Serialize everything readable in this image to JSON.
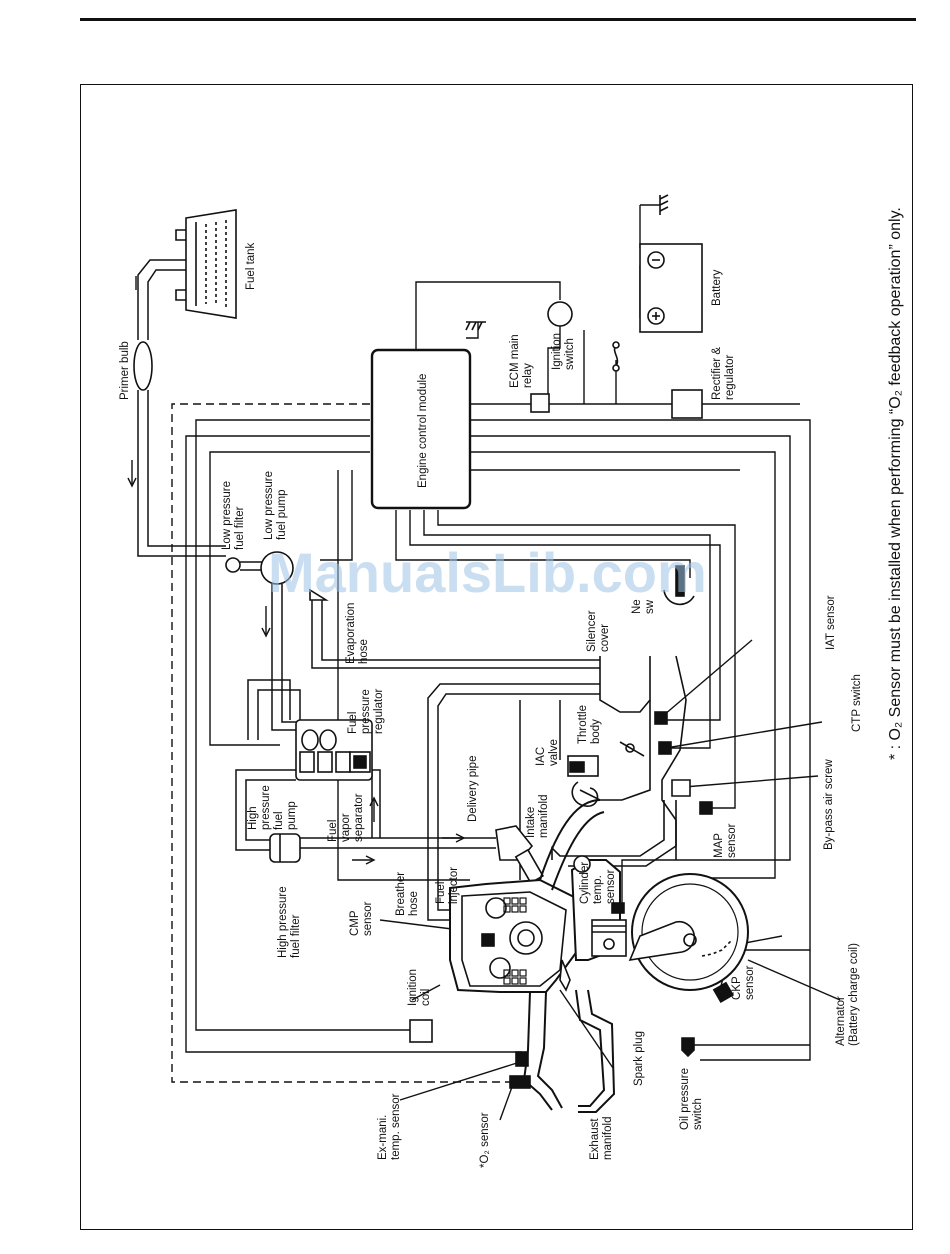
{
  "page": {
    "watermark": "ManualsLib.com"
  },
  "footnote": "* : O₂ Sensor must be installed when performing “O₂ feedback operation” only.",
  "ecm": {
    "label": "Engine control module"
  },
  "labels": {
    "fuel_tank": "Fuel tank",
    "primer_bulb": "Primer bulb",
    "battery": "Battery",
    "ecm_main_relay": [
      "ECM main",
      "relay"
    ],
    "ignition_switch": [
      "Ignition",
      "switch"
    ],
    "rectifier": [
      "Rectifier &",
      "regulator"
    ],
    "lp_filter": [
      "Low pressure",
      "fuel filter"
    ],
    "lp_pump": [
      "Low pressure",
      "fuel pump"
    ],
    "evap_hose": [
      "Evaporation",
      "hose"
    ],
    "neutral_switch": [
      "Ne",
      "sw"
    ],
    "silencer_cover": [
      "Silencer",
      "cover"
    ],
    "iat_sensor": "IAT sensor",
    "ctp_switch": "CTP switch",
    "bypass_screw": "By-pass air screw",
    "map_sensor": [
      "MAP",
      "sensor"
    ],
    "fuel_pressure_regulator": [
      "Fuel",
      "pressure",
      "regulator"
    ],
    "throttle_body": [
      "Throttle",
      "body"
    ],
    "iac_valve": [
      "IAC",
      "valve"
    ],
    "hp_pump": [
      "High",
      "pressure",
      "fuel",
      "pump"
    ],
    "fuel_vapor_separator": [
      "Fuel",
      "vapor",
      "separator"
    ],
    "delivery_pipe": "Delivery pipe",
    "intake_manifold": [
      "Intake",
      "manifold"
    ],
    "hp_filter": [
      "High pressure",
      "fuel filter"
    ],
    "breather_hose": [
      "Breather",
      "hose"
    ],
    "fuel_injector": [
      "Fuel",
      "injector"
    ],
    "cylinder_temp_sensor": [
      "Cylinder",
      "temp.",
      "sensor"
    ],
    "cmp_sensor": [
      "CMP",
      "sensor"
    ],
    "ignition_coil": [
      "Ignition",
      "coil"
    ],
    "ckp_sensor": [
      "CKP",
      "sensor"
    ],
    "alternator": [
      "Alternator",
      "(Battery charge coil)"
    ],
    "spark_plug": "Spark plug",
    "exhaust_manifold": [
      "Exhaust",
      "manifold"
    ],
    "oil_pressure_switch": [
      "Oil pressure",
      "switch"
    ],
    "ex_mani_temp_sensor": [
      "Ex-mani.",
      "temp. sensor"
    ],
    "o2_sensor": "*O₂ sensor"
  },
  "colors": {
    "line": "#111111",
    "sensor": "#111111",
    "watermark": "#9ec3e6"
  }
}
